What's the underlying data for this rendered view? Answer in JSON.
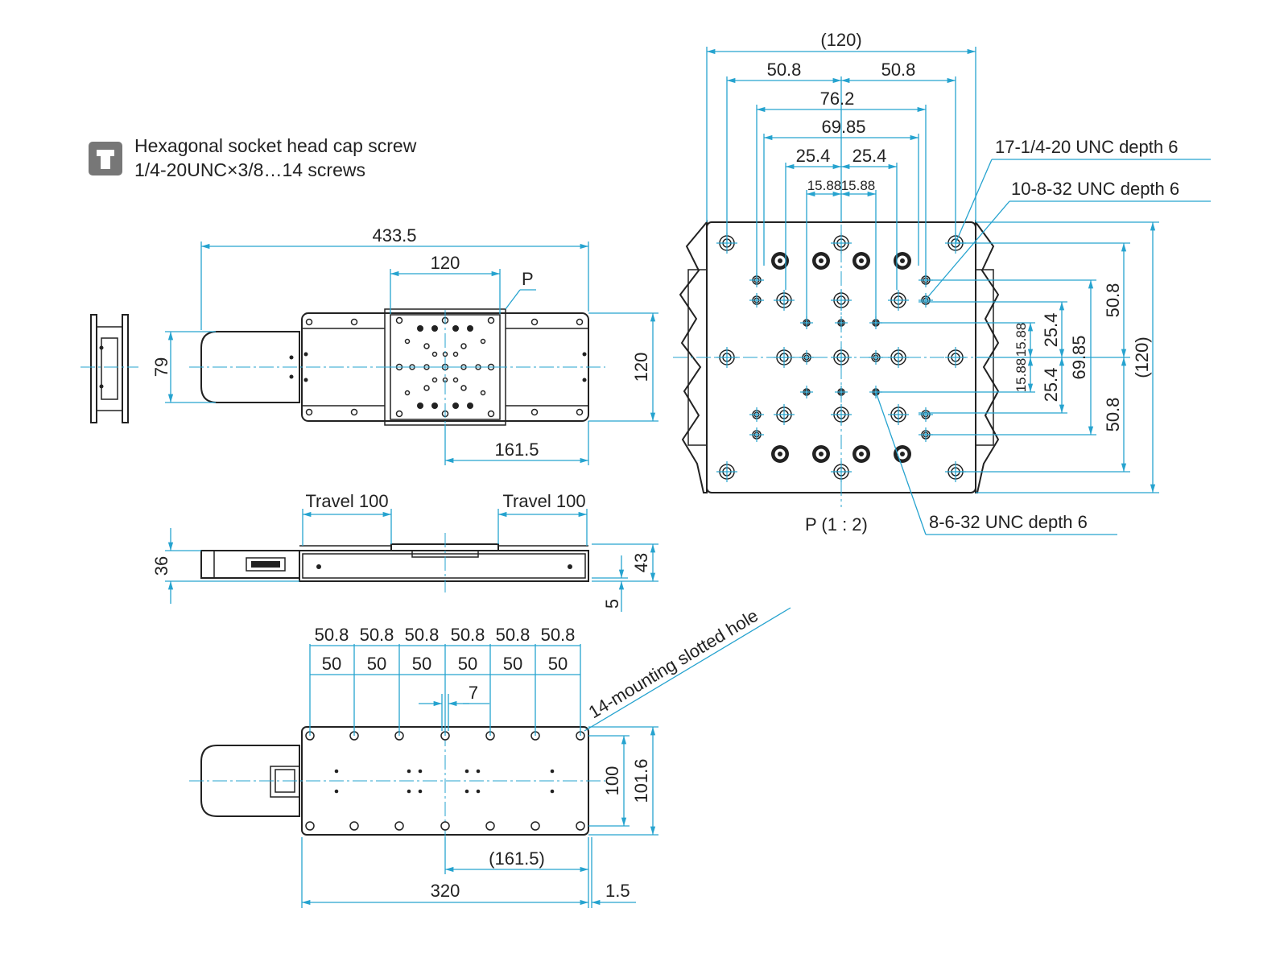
{
  "colors": {
    "dimension": "#26a3cf",
    "outline": "#222222",
    "icon_bg": "#777777"
  },
  "note": {
    "icon": "hex-wrench-icon",
    "line1": "Hexagonal socket head cap screw",
    "line2": "1/4-20UNC×3/8…14 screws"
  },
  "top_view": {
    "overall_length": "433.5",
    "table_width": "120",
    "detail_ref": "P",
    "height_79": "79",
    "height_120": "120",
    "offset": "161.5"
  },
  "front_view": {
    "travel_left": "Travel 100",
    "travel_right": "Travel 100",
    "height_36": "36",
    "height_43": "43",
    "height_5": "5"
  },
  "bottom_view": {
    "pitch_508": [
      "50.8",
      "50.8",
      "50.8",
      "50.8",
      "50.8",
      "50.8"
    ],
    "pitch_50": [
      "50",
      "50",
      "50",
      "50",
      "50",
      "50"
    ],
    "slot_width": "7",
    "slot_note": "14-mounting slotted hole",
    "height_100": "100",
    "height_1016": "101.6",
    "offset": "(161.5)",
    "length": "320",
    "gap": "1.5"
  },
  "detail": {
    "caption": "P (1 : 2)",
    "overall_h": "(120)",
    "h_508_left": "50.8",
    "h_508_right": "50.8",
    "h_762": "76.2",
    "h_6985": "69.85",
    "h_254_left": "25.4",
    "h_254_right": "25.4",
    "h_1588_left": "15.88",
    "h_1588_right": "15.88",
    "v_508_top": "50.8",
    "v_508_bottom": "50.8",
    "v_overall": "(120)",
    "v_6985": "69.85",
    "v_254_top": "25.4",
    "v_254_bottom": "25.4",
    "v_1588_top": "15.88",
    "v_1588_bottom": "15.88",
    "callout_1420": "17-1/4-20 UNC depth 6",
    "callout_832": "10-8-32 UNC depth 6",
    "callout_632": "8-6-32 UNC depth 6"
  }
}
